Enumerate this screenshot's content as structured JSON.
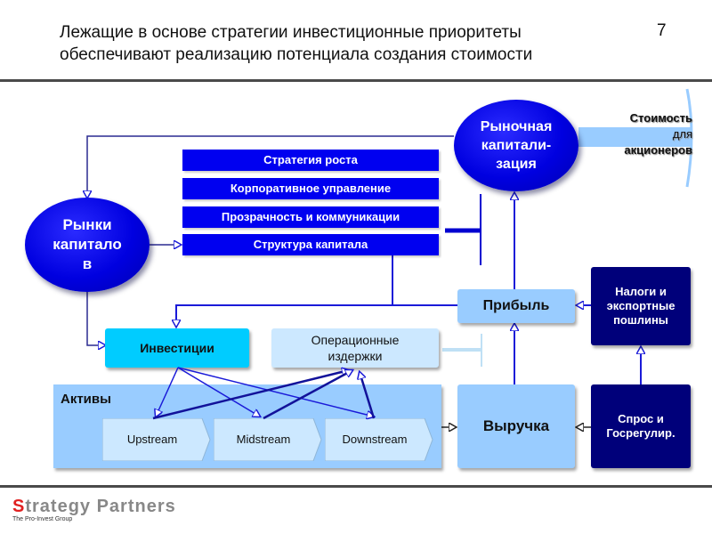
{
  "header": {
    "title_line1": "Лежащие в основе стратегии инвестиционные приоритеты",
    "title_line2": "обеспечивают реализацию потенциала создания стоимости",
    "page_number": "7"
  },
  "nodes": {
    "capital_markets": [
      "Рынки",
      "капитало",
      "в"
    ],
    "market_cap": [
      "Рыночная",
      "капитали-",
      "зация"
    ],
    "shareholder_value": [
      "Стоимость",
      "для",
      "акционеров"
    ],
    "strips": [
      "Стратегия роста",
      "Корпоративное управление",
      "Прозрачность и коммуникации",
      "Структура капитала"
    ],
    "investments": "Инвестиции",
    "opex": [
      "Операционные",
      "издержки"
    ],
    "profit": "Прибыль",
    "taxes": [
      "Налоги и",
      "экспортные",
      "пошлины"
    ],
    "revenue": "Выручка",
    "demand": [
      "Спрос и",
      "Госрегулир."
    ],
    "assets_label": "Активы",
    "chain": [
      "Upstream",
      "Midstream",
      "Downstream"
    ]
  },
  "colors": {
    "ellipse_blue": "#0000e0",
    "strip_blue": "#0000f0",
    "light_blue": "#99ccff",
    "dark_navy": "#00007a",
    "cyan": "#00ccff",
    "pale_blue": "#cce8ff",
    "connector": "#1a1ad8",
    "logo_red": "#e02020"
  },
  "footer": {
    "logo_first": "S",
    "logo_rest": "trategy Partners",
    "tagline": "The Pro-Invest Group"
  }
}
